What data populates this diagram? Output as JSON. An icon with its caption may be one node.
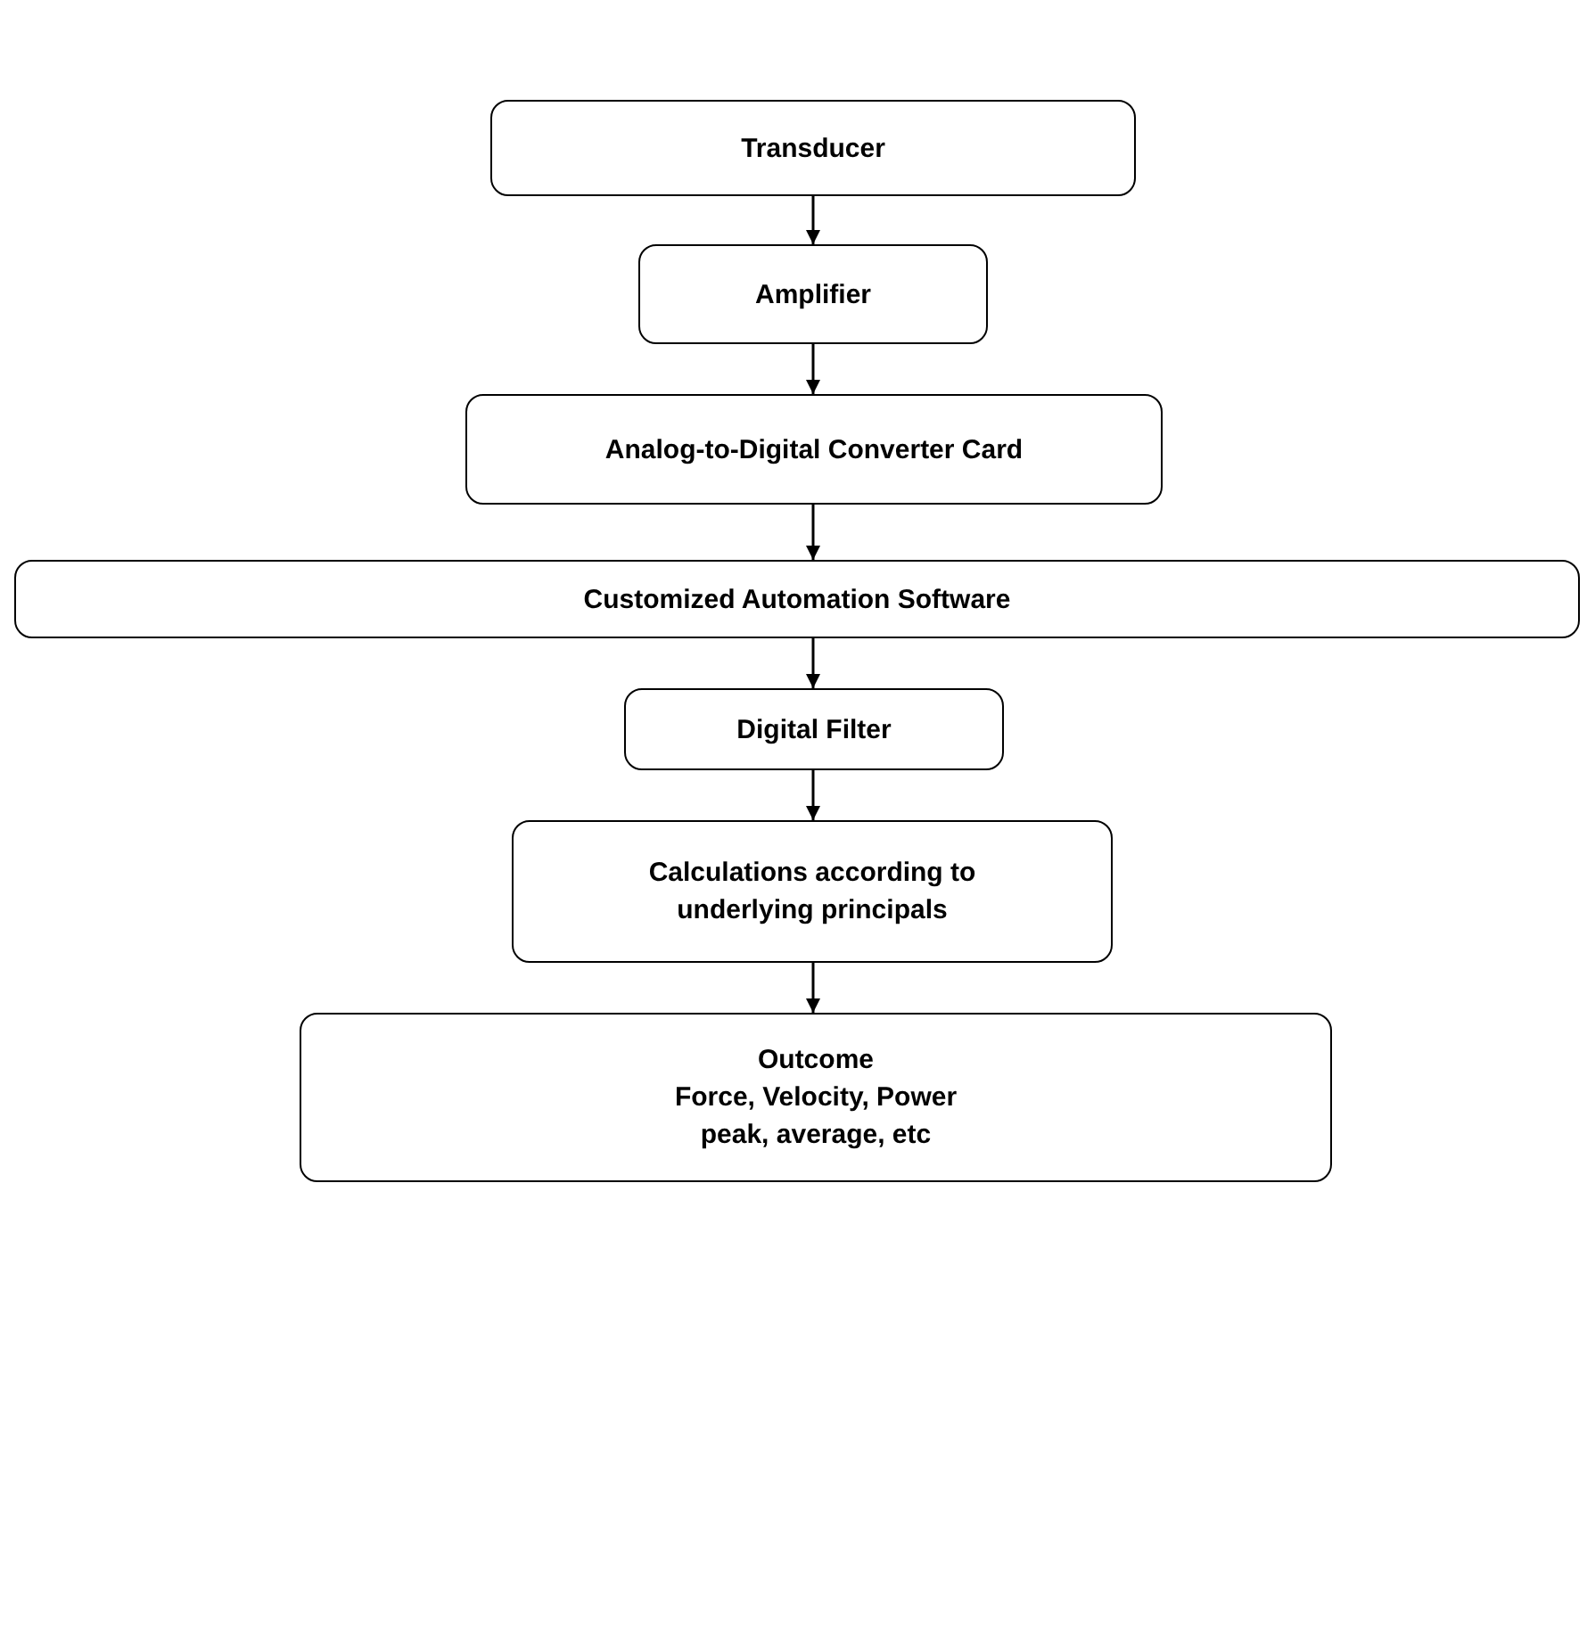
{
  "diagram": {
    "nodes": [
      {
        "text": [
          "Transducer"
        ]
      },
      {
        "text": [
          "Amplifier"
        ]
      },
      {
        "text": [
          "Analog-to-Digital Converter Card"
        ]
      },
      {
        "text": [
          "Customized Automation Software"
        ]
      },
      {
        "text": [
          "Digital Filter"
        ]
      },
      {
        "text": [
          "Calculations according to underlying principals"
        ]
      },
      {
        "text": [
          "Outcome",
          "Force, Velocity, Power",
          "peak, average, etc"
        ]
      }
    ],
    "edges": [
      {
        "from": 0,
        "to": 1,
        "arrow": "to"
      },
      {
        "from": 1,
        "to": 2,
        "arrow": "to"
      },
      {
        "from": 2,
        "to": 3,
        "arrow": "to"
      },
      {
        "from": 3,
        "to": 4,
        "arrow": "to"
      },
      {
        "from": 4,
        "to": 5,
        "arrow": "to"
      },
      {
        "from": 5,
        "to": 6,
        "arrow": "to"
      }
    ]
  }
}
